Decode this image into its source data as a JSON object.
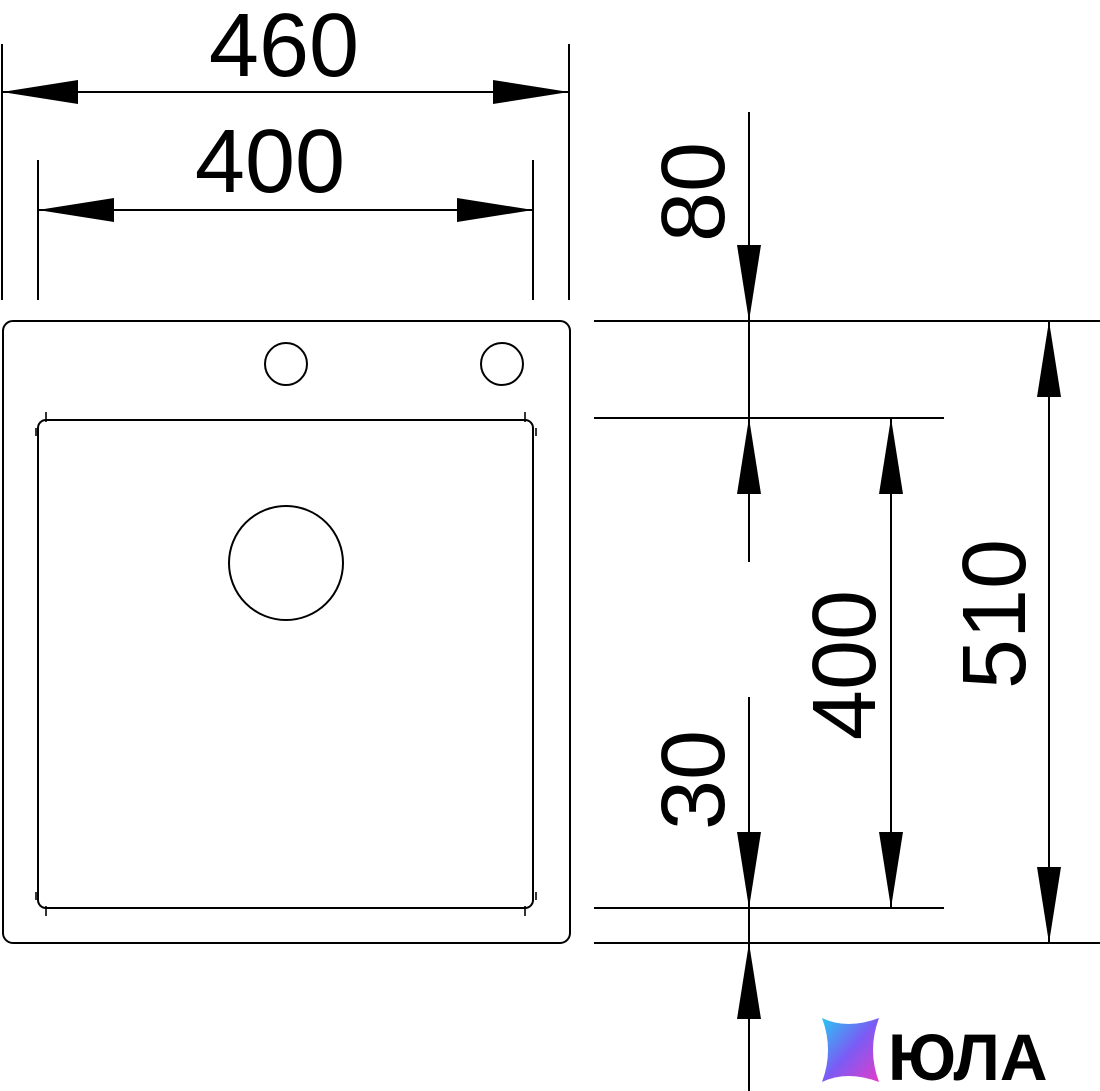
{
  "dimensions": {
    "overall_width": "460",
    "bowl_width": "400",
    "top_margin": "80",
    "bowl_depth": "400",
    "overall_depth": "510",
    "bottom_margin": "30"
  },
  "logo": {
    "text": "ЮЛА",
    "gradient_start": "#29c6f2",
    "gradient_mid": "#7a5cf5",
    "gradient_end": "#e43cc8"
  },
  "colors": {
    "line": "#000000",
    "background": "#ffffff"
  }
}
